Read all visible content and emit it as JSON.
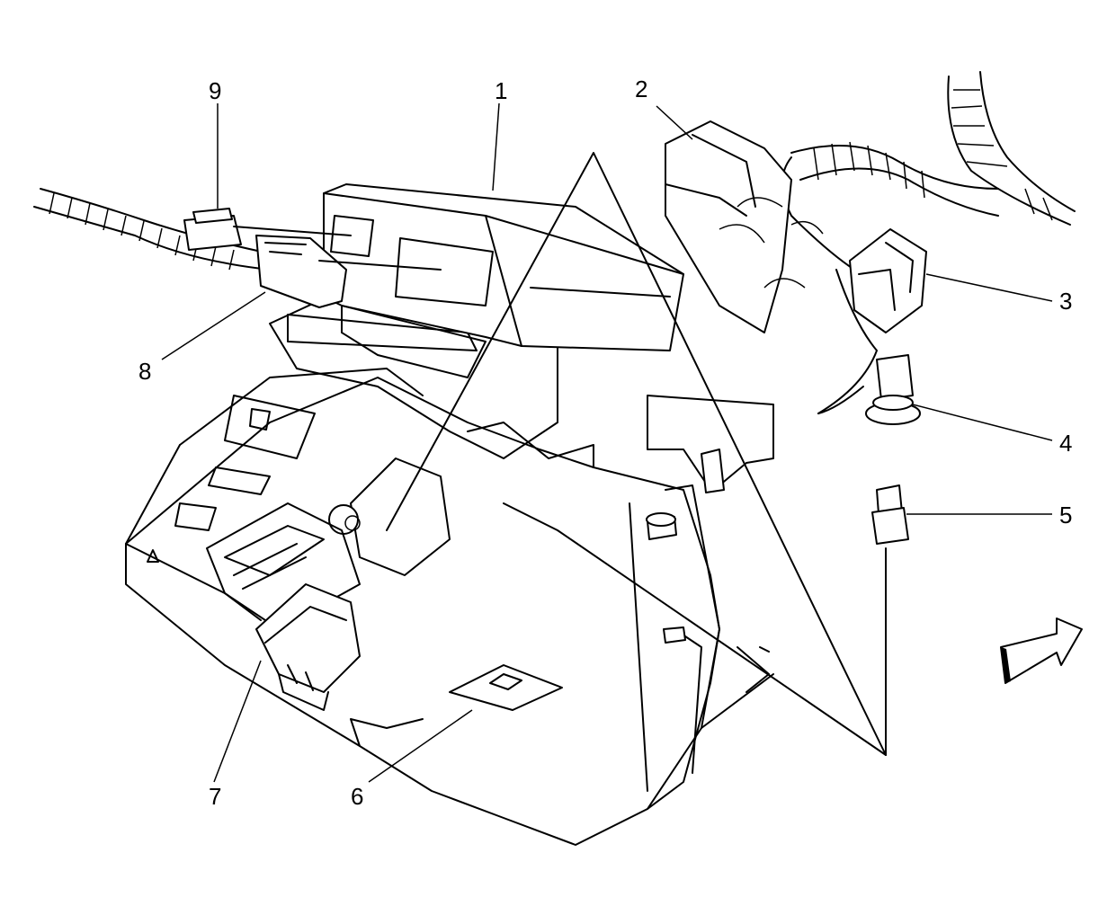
{
  "callouts": [
    {
      "id": "1",
      "text": "1"
    },
    {
      "id": "2",
      "text": "2"
    },
    {
      "id": "3",
      "text": "3"
    },
    {
      "id": "4",
      "text": "4"
    },
    {
      "id": "5",
      "text": "5"
    },
    {
      "id": "6",
      "text": "6"
    },
    {
      "id": "7",
      "text": "7"
    },
    {
      "id": "8",
      "text": "8"
    },
    {
      "id": "9",
      "text": "9"
    }
  ],
  "icons": {
    "direction_arrow": "forward-arrow-icon"
  }
}
